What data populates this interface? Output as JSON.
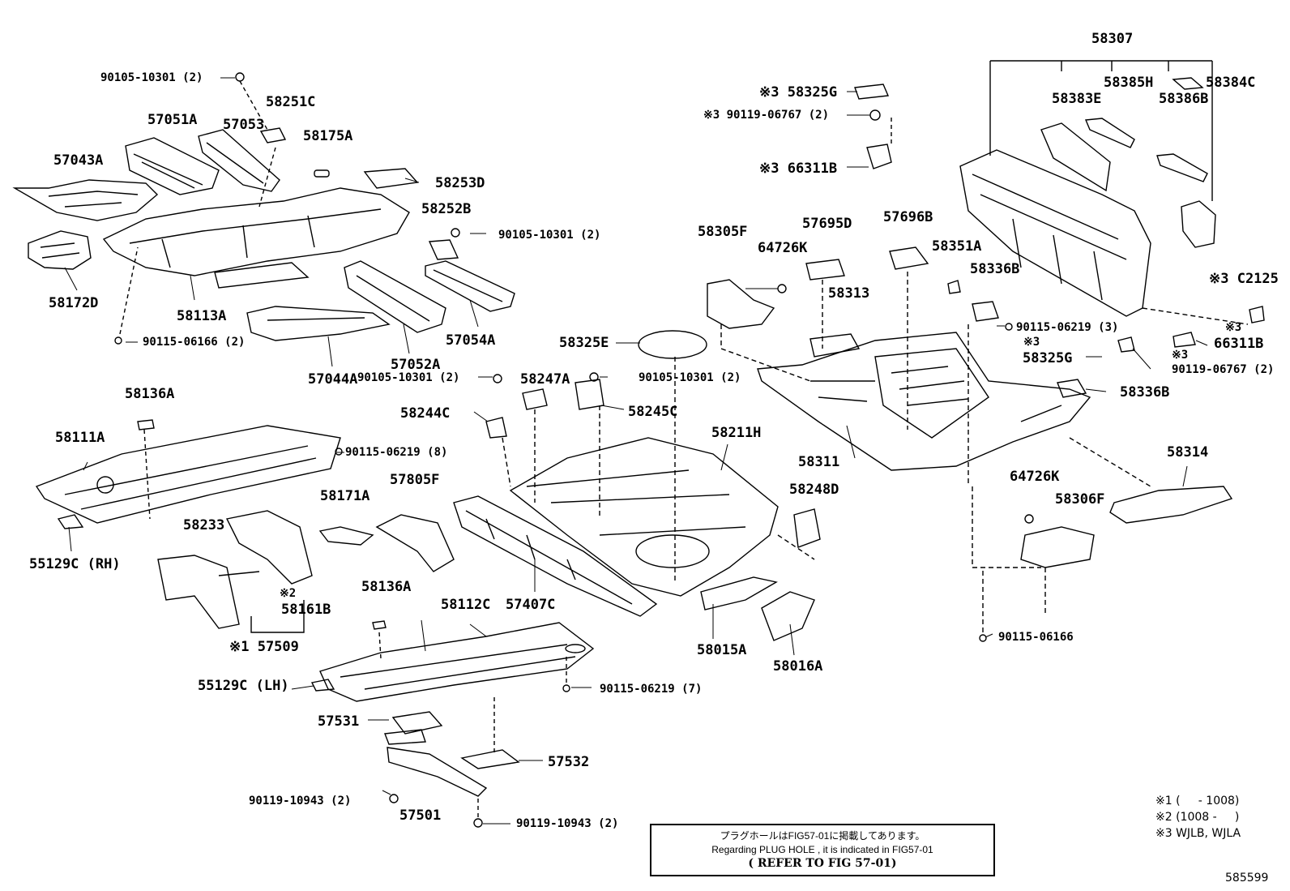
{
  "labels": {
    "l58307": "58307",
    "l58383E": "58383E",
    "l58385H": "58385H",
    "l58386B": "58386B",
    "l58384C": "58384C",
    "l58325G_top": "※3 58325G",
    "l90119_06767_top": "※3 90119-06767 (2)",
    "l66311B_top": "※3 66311B",
    "l90105_10301_a": "90105-10301 (2)",
    "l58251C": "58251C",
    "l57051A": "57051A",
    "l57053": "57053",
    "l58175A": "58175A",
    "l57043A": "57043A",
    "l58253D": "58253D",
    "l58252B": "58252B",
    "l90105_10301_b": "90105-10301 (2)",
    "l58172D": "58172D",
    "l58113A": "58113A",
    "l90115_06166_a": "90115-06166 (2)",
    "l57044A": "57044A",
    "l57052A": "57052A",
    "l57054A": "57054A",
    "l58305F": "58305F",
    "l64726K_a": "64726K",
    "l57695D": "57695D",
    "l57696B": "57696B",
    "l58351A": "58351A",
    "l58336B_a": "58336B",
    "l58313": "58313",
    "lC2125": "※3 C2125",
    "l90115_06219_3": "90115-06219 (3)",
    "l3_66311B": "※3",
    "l66311B_b": "66311B",
    "l3_58325G": "※3",
    "l58325G_b": "58325G",
    "l3_90119": "※3",
    "l90119_06767_b": "90119-06767 (2)",
    "l58336B_b": "58336B",
    "l58325E": "58325E",
    "l90105_10301_c": "90105-10301 (2)",
    "l58247A": "58247A",
    "l90105_10301_d": "90105-10301 (2)",
    "l58245C": "58245C",
    "l58244C": "58244C",
    "l58211H": "58211H",
    "l58311": "58311",
    "l58314": "58314",
    "l64726K_b": "64726K",
    "l58306F": "58306F",
    "l58136A_a": "58136A",
    "l58111A": "58111A",
    "l90115_06219_8": "90115-06219 (8)",
    "l58171A": "58171A",
    "l57805F": "57805F",
    "l58248D": "58248D",
    "l58233": "58233",
    "l55129C_RH": "55129C (RH)",
    "l2_58161B": "※2",
    "l58161B": "58161B",
    "l57509": "※1 57509",
    "l58136A_b": "58136A",
    "l58112C": "58112C",
    "l57407C": "57407C",
    "l58015A": "58015A",
    "l58016A": "58016A",
    "l90115_06166_b": "90115-06166",
    "l55129C_LH": "55129C (LH)",
    "l90115_06219_7": "90115-06219 (7)",
    "l57531": "57531",
    "l57532": "57532",
    "l90119_10943_a": "90119-10943 (2)",
    "l57501": "57501",
    "l90119_10943_b": "90119-10943 (2)"
  },
  "note": {
    "line1": "プラグホールはFIG57-01に掲載してあります。",
    "line2": "Regarding PLUG HOLE , it is indicated in FIG57-01",
    "line3": "( REFER TO FIG 57-01)"
  },
  "legend": {
    "l1": "※1 (     - 1008)",
    "l2": "※2 (1008 -     )",
    "l3": "※3 WJLB, WJLA"
  },
  "diagram_number": "585599"
}
